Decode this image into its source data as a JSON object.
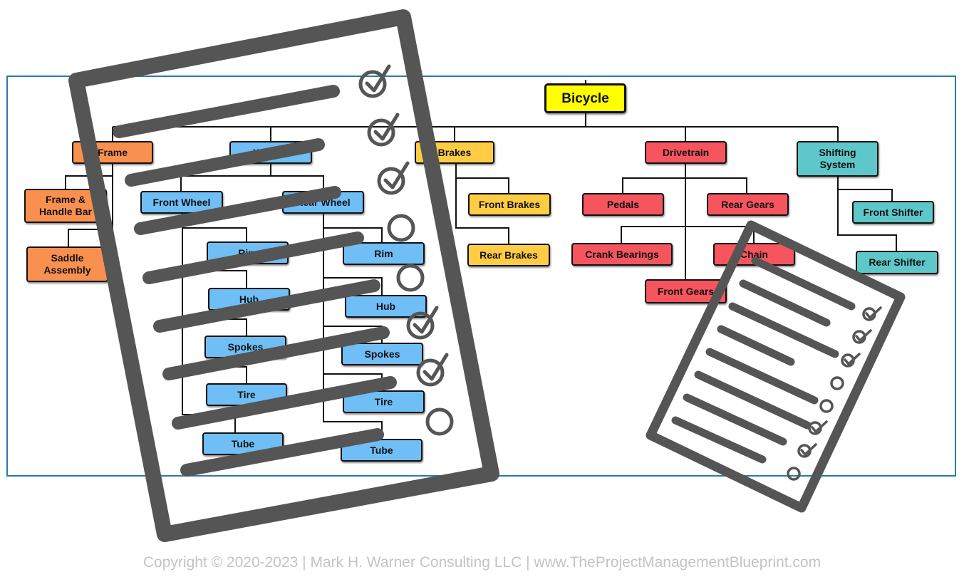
{
  "diagram": {
    "colors": {
      "root": "#ffff00",
      "frame": "#f9904f",
      "wheels": "#6fbef5",
      "brakes": "#ffcc44",
      "drivetrain": "#f6555e",
      "shifting": "#5ec7c9",
      "border": "#2a7aa8",
      "connector": "#111111",
      "checklist": "#555555"
    },
    "root": "Bicycle",
    "branches": [
      {
        "id": "frame",
        "label": "Frame",
        "children": [
          "Frame &\nHandle Bar",
          "Saddle\nAssembly"
        ]
      },
      {
        "id": "wheels",
        "label": "Wheels",
        "children": [
          {
            "label": "Front Wheel",
            "children": [
              "Rim",
              "Hub",
              "Spokes",
              "Tire",
              "Tube"
            ]
          },
          {
            "label": "Rear Wheel",
            "children": [
              "Rim",
              "Hub",
              "Spokes",
              "Tire",
              "Tube"
            ]
          }
        ]
      },
      {
        "id": "brakes",
        "label": "Brakes",
        "children": [
          "Front Brakes",
          "Rear Brakes"
        ]
      },
      {
        "id": "drivetrain",
        "label": "Drivetrain",
        "children": [
          "Pedals",
          "Rear Gears",
          "Crank Bearings",
          "Chain",
          "Front Gears"
        ]
      },
      {
        "id": "shifting",
        "label": "Shifting\nSystem",
        "children": [
          "Front Shifter",
          "Rear Shifter"
        ]
      }
    ]
  },
  "checklist_icons": {
    "large": {
      "icon": "checklist-icon",
      "items": [
        "checked",
        "checked",
        "checked",
        "empty",
        "empty",
        "checked",
        "checked",
        "empty"
      ]
    },
    "small": {
      "icon": "checklist-icon",
      "items": [
        "checked",
        "checked",
        "checked",
        "empty",
        "empty",
        "checked",
        "checked",
        "empty"
      ]
    }
  },
  "footer": {
    "copyright": "Copyright © 2020-2023 | Mark H. Warner Consulting LLC | www.TheProjectManagementBlueprint.com"
  }
}
